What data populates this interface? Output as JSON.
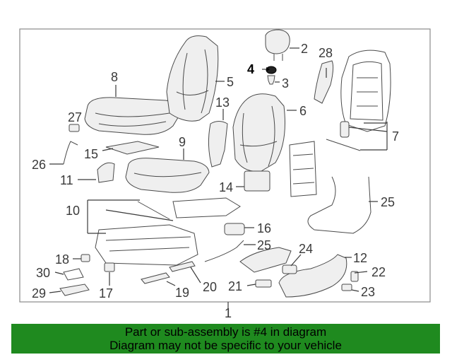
{
  "diagram": {
    "callouts": {
      "c1": "1",
      "c2": "2",
      "c3": "3",
      "c4": "4",
      "c5": "5",
      "c6": "6",
      "c7": "7",
      "c8": "8",
      "c9": "9",
      "c10": "10",
      "c11": "11",
      "c12": "12",
      "c13": "13",
      "c14": "14",
      "c15": "15",
      "c16": "16",
      "c17": "17",
      "c18": "18",
      "c19": "19",
      "c20": "20",
      "c21": "21",
      "c22": "22",
      "c23": "23",
      "c24": "24",
      "c25a": "25",
      "c25b": "25",
      "c26": "26",
      "c27": "27",
      "c28": "28",
      "c29": "29",
      "c30": "30"
    },
    "highlighted_part": "4",
    "colors": {
      "banner": "#1f8a1f",
      "frame": "#8a8a8a",
      "line": "#4a4a4a"
    }
  },
  "banner": {
    "line1": "Part or sub-assembly is #4 in diagram",
    "line2": "Diagram may not be specific to your vehicle"
  }
}
